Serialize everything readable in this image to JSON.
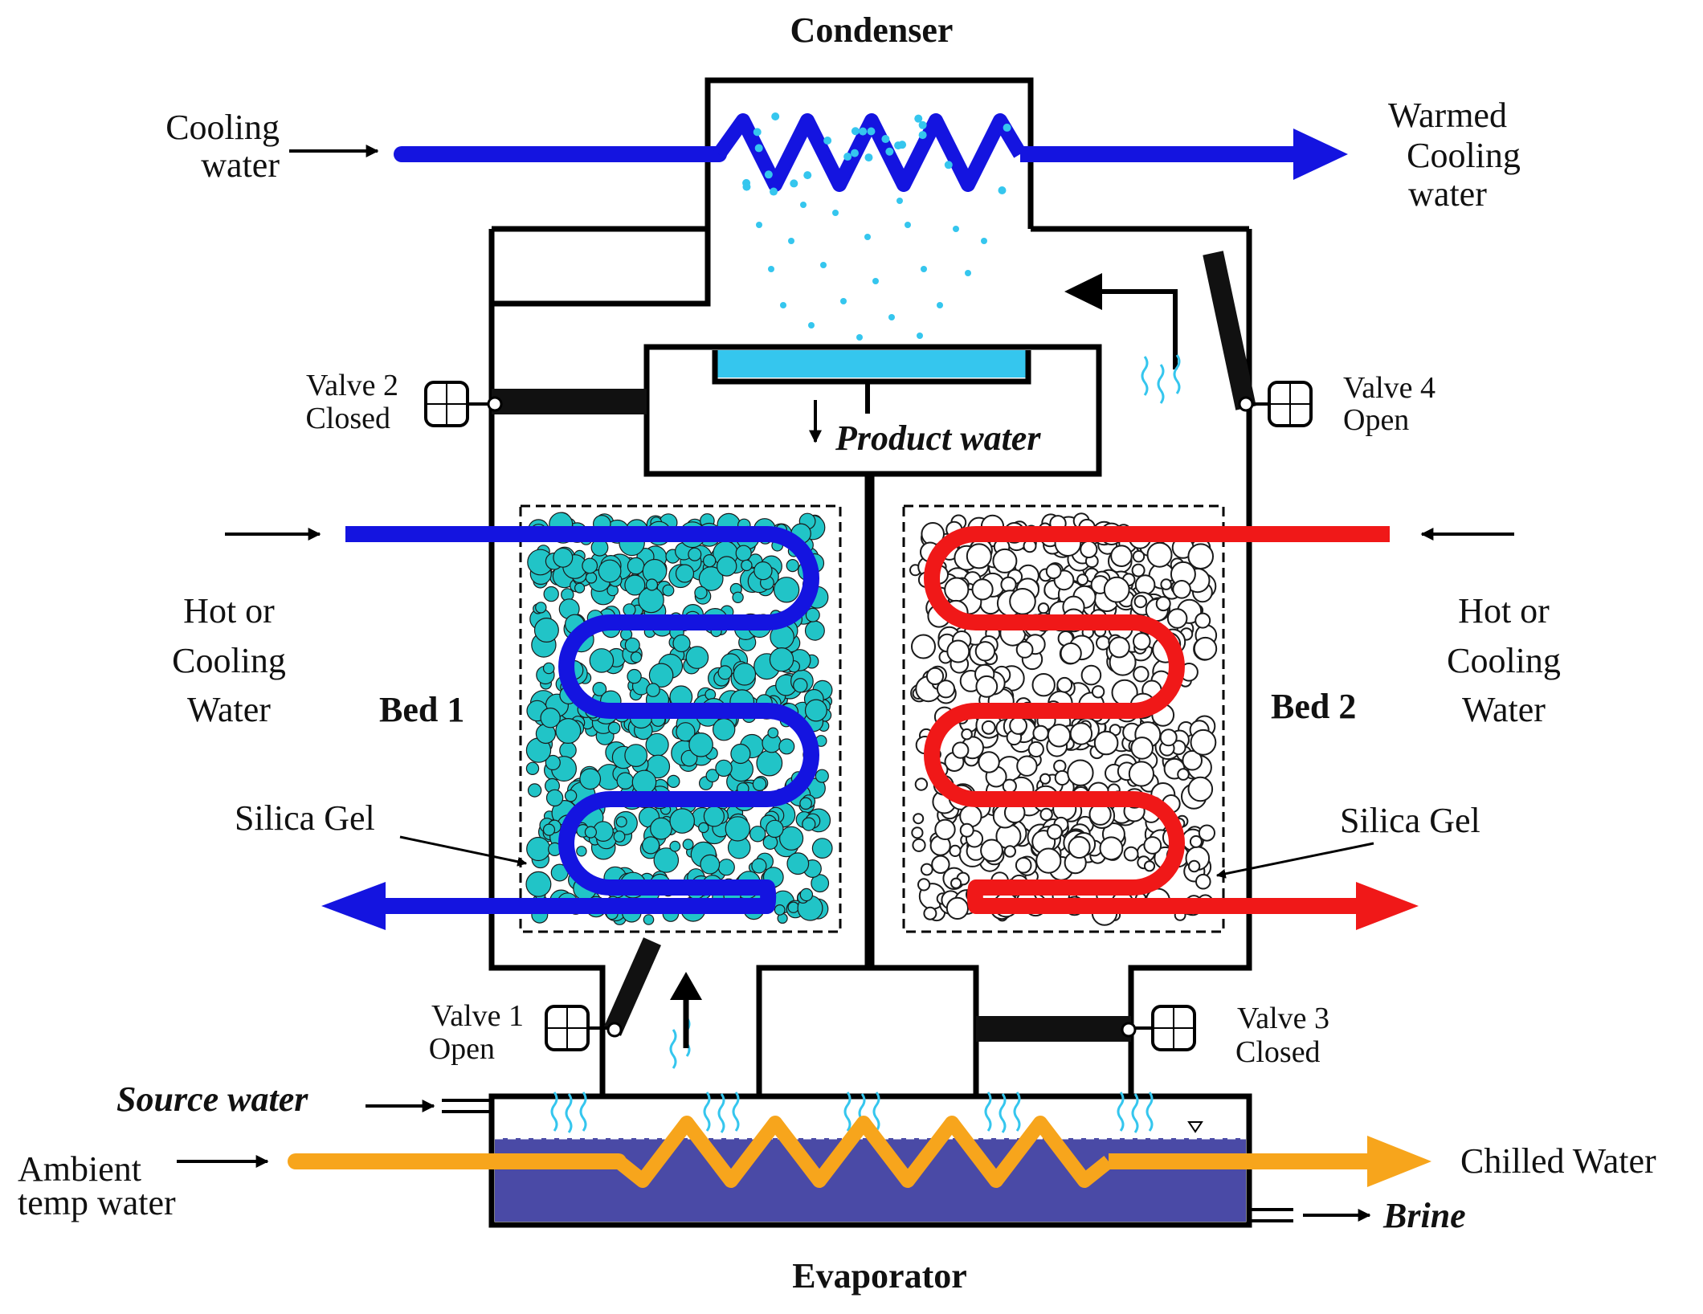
{
  "labels": {
    "condenser": "Condenser",
    "evaporator": "Evaporator",
    "cooling_water_in": [
      "Cooling",
      "water"
    ],
    "warmed_cooling_water": [
      "Warmed",
      "Cooling",
      "water"
    ],
    "valve2": [
      "Valve 2",
      "Closed"
    ],
    "valve4": [
      "Valve 4",
      "Open"
    ],
    "valve1": [
      "Valve 1",
      "Open"
    ],
    "valve3": [
      "Valve 3",
      "Closed"
    ],
    "product_water": "Product water",
    "hot_or_cooling_left": [
      "Hot or",
      "Cooling",
      "Water"
    ],
    "hot_or_cooling_right": [
      "Hot or",
      "Cooling",
      "Water"
    ],
    "bed1": "Bed 1",
    "bed2": "Bed 2",
    "silica_gel_left": "Silica Gel",
    "silica_gel_right": "Silica Gel",
    "source_water": "Source water",
    "ambient_temp_water": [
      "Ambient",
      "temp water"
    ],
    "chilled_water": "Chilled Water",
    "brine": "Brine"
  },
  "colors": {
    "cooling_flow": "#1414e0",
    "hot_flow": "#f01818",
    "chilled_flow": "#f7a51c",
    "condensate": "#35c6ee",
    "silica_wet": "#21c4c7",
    "brine_pool": "#4a4aa6",
    "outline": "#000000"
  }
}
